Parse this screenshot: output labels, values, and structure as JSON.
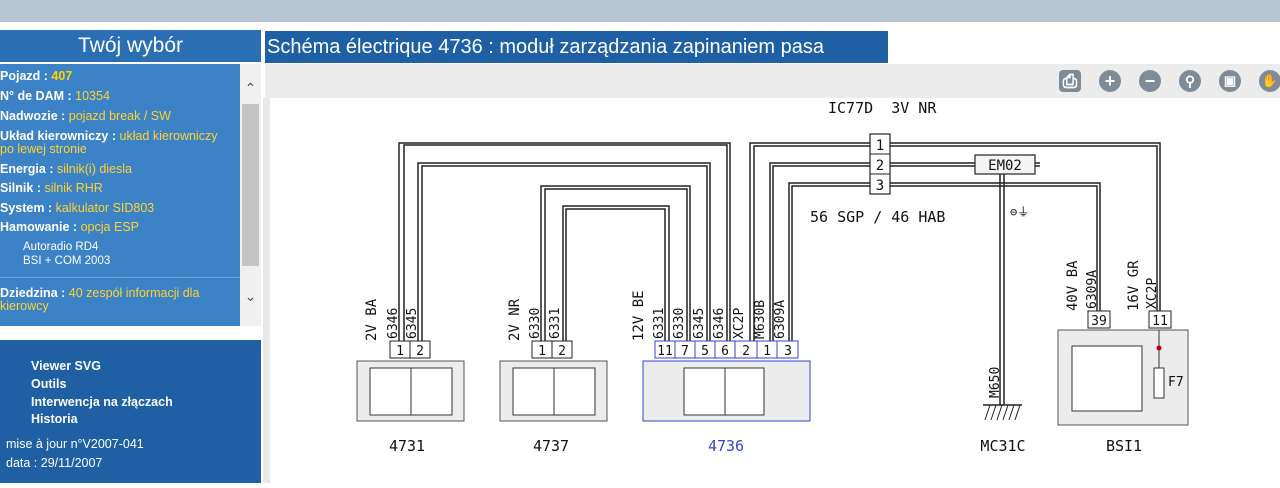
{
  "sidebar": {
    "title": "Twój wybór",
    "fields": [
      {
        "label": "Pojazd :",
        "value": "407"
      },
      {
        "label": "N° de DAM :",
        "value": "10354"
      },
      {
        "label": "Nadwozie :",
        "value": "pojazd break / SW"
      },
      {
        "label": "Układ kierowniczy :",
        "value": "układ kierowniczy po lewej stronie"
      },
      {
        "label": "Energia :",
        "value": "silnik(i) diesla"
      },
      {
        "label": "Silnik :",
        "value": "silnik RHR"
      },
      {
        "label": "System :",
        "value": "kalkulator SID803"
      },
      {
        "label": "Hamowanie :",
        "value": "opcja ESP"
      },
      {
        "label": "Dziedzina :",
        "value": "40 zespół informacji dla kierowcy"
      }
    ],
    "extra_lines": [
      "Autoradio RD4",
      "BSI + COM 2003"
    ],
    "menu": [
      "Viewer SVG",
      "Outils",
      "Interwencja na złączach",
      "Historia"
    ],
    "update": "mise à jour n°V2007-041",
    "date": "data : 29/11/2007"
  },
  "header": {
    "title": "Schéma électrique 4736 : moduł zarządzania zapinaniem pasa"
  },
  "toolbar": {
    "icons": [
      "print-icon",
      "zoom-in-icon",
      "zoom-out-icon",
      "magnifier-icon",
      "fit-icon",
      "pan-hand-icon"
    ]
  },
  "diagram": {
    "top_label": "IC77D  3V NR",
    "branch_label": "56 SGP / 46 HAB",
    "em_label": "EM02",
    "ground_symbol": "⊖⏚",
    "connector_pins": [
      "1",
      "2",
      "3"
    ],
    "components": [
      {
        "id": "4731",
        "connector": "2V BA",
        "wires": [
          "6346",
          "6345"
        ],
        "pins": [
          "1",
          "2"
        ]
      },
      {
        "id": "4737",
        "connector": "2V NR",
        "wires": [
          "6330",
          "6331"
        ],
        "pins": [
          "1",
          "2"
        ]
      },
      {
        "id": "4736",
        "connector": "12V BE",
        "wires": [
          "6331",
          "6330",
          "6345",
          "6346",
          "XC2P",
          "M630B",
          "6309A"
        ],
        "pins": [
          "11",
          "7",
          "5",
          "6",
          "2",
          "1",
          "3"
        ]
      },
      {
        "id": "MC31C",
        "wire": "M650"
      },
      {
        "id": "BSI1",
        "connectors": [
          {
            "name": "40V BA",
            "wire": "6309A",
            "pin": "39"
          },
          {
            "name": "16V GR",
            "wire": "XC2P",
            "pin": "11"
          }
        ],
        "fuse": "F7"
      }
    ],
    "colors": {
      "wire": "#222222",
      "selected": "#3344cc"
    }
  }
}
